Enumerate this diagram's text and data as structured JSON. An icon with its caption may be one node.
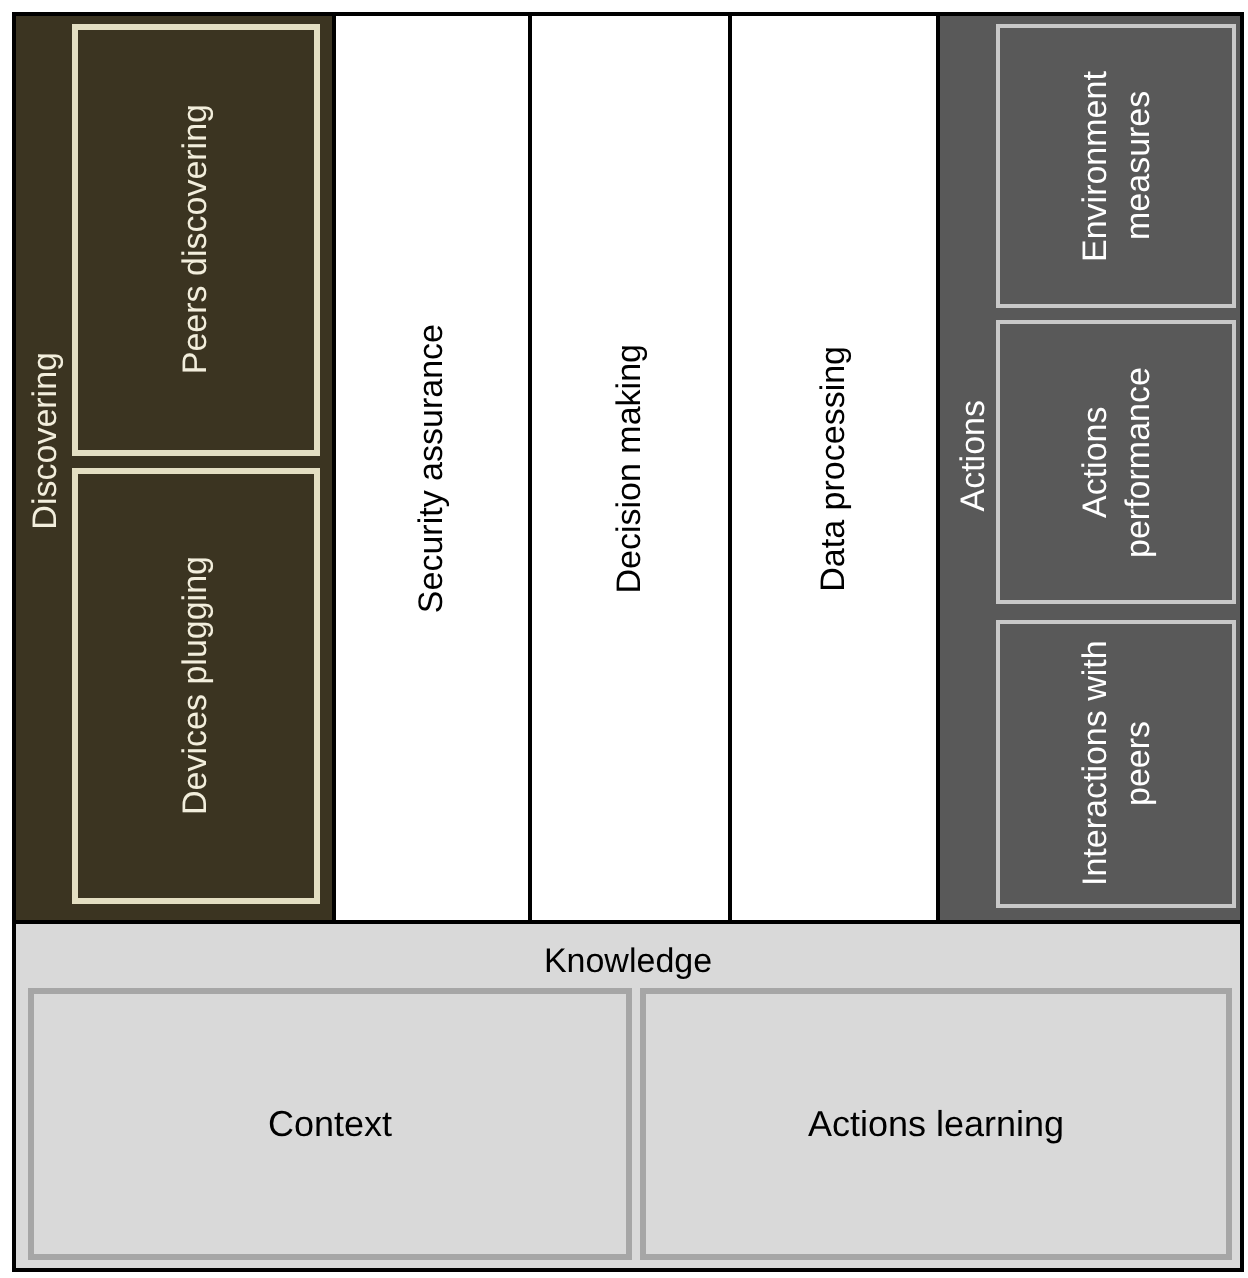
{
  "diagram": {
    "nodes": [
      {
        "text": [
          "Discovering"
        ]
      },
      {
        "text": [
          "Peers discovering"
        ],
        "in": 0
      },
      {
        "text": [
          "Devices plugging"
        ],
        "in": 0
      },
      {
        "text": [
          "Security assurance"
        ]
      },
      {
        "text": [
          "Decision making"
        ]
      },
      {
        "text": [
          "Data processing"
        ]
      },
      {
        "text": [
          "Actions"
        ]
      },
      {
        "text": [
          "Environment measures"
        ],
        "in": 6
      },
      {
        "text": [
          "Actions performance"
        ],
        "in": 6
      },
      {
        "text": [
          "Interactions with peers"
        ],
        "in": 6
      },
      {
        "text": [
          "Knowledge"
        ]
      },
      {
        "text": [
          "Context"
        ],
        "in": 10
      },
      {
        "text": [
          "Actions learning"
        ],
        "in": 10
      }
    ]
  }
}
